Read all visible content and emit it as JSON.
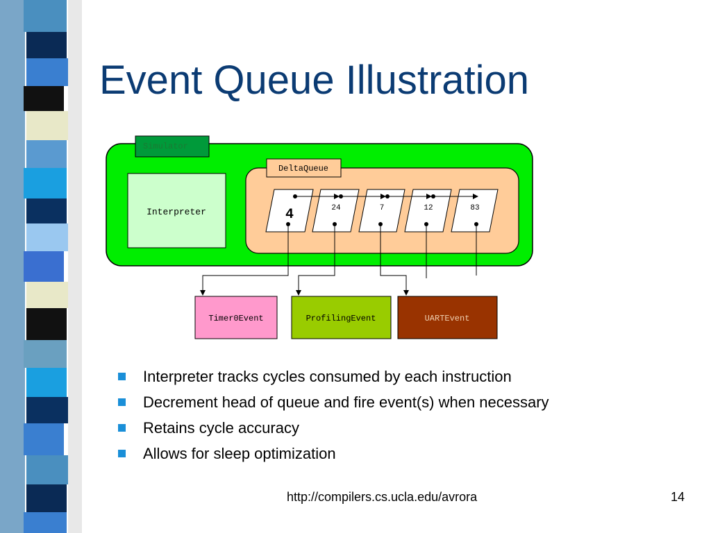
{
  "slide": {
    "title": "Event Queue Illustration",
    "bullets": [
      "Interpreter tracks cycles consumed by each instruction",
      "Decrement head of queue and fire event(s) when necessary",
      "Retains cycle accuracy",
      "Allows for sleep optimization"
    ],
    "footer_url": "http://compilers.cs.ucla.edu/avrora",
    "page_number": "14"
  },
  "diagram": {
    "simulator_label": "Simulator",
    "interpreter_label": "Interpreter",
    "delta_queue_label": "DeltaQueue",
    "queue_items": [
      "4",
      "24",
      "7",
      "12",
      "83"
    ],
    "events": [
      "Timer0Event",
      "ProfilingEvent",
      "UARTEvent"
    ]
  },
  "colors": {
    "title": "#0b3b73",
    "simulator_fill": "#00ee00",
    "simulator_tab": "#009a3a",
    "interpreter_fill": "#ccffcc",
    "delta_queue_fill": "#ffcc99",
    "timer_event_fill": "#ff99cc",
    "profiling_event_fill": "#99cc00",
    "uart_event_fill": "#993300",
    "bullet": "#1a8fd8"
  }
}
